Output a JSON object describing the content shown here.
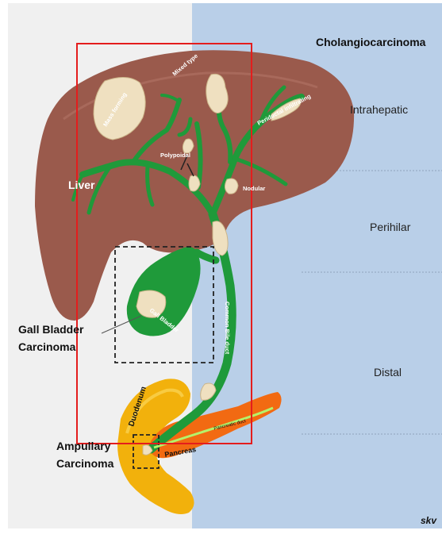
{
  "title": "Cholangiocarcinoma",
  "zones": [
    "Intrahepatic",
    "Perihilar",
    "Distal"
  ],
  "organs": {
    "liver": "Liver",
    "gallbladder": "Gall Bladder",
    "duodenum": "Duodenum",
    "pancreas": "Pancreas",
    "pancreatic_duct": "Pancreatic duct",
    "bile_duct": "Common Bile duct"
  },
  "tumor_types": {
    "mass_forming": "Mass forming",
    "mixed": "Mixed type",
    "periductal": "Periductal infiltrating",
    "polypoidal": "Polypoidal",
    "nodular": "Nodular"
  },
  "carcinomas": {
    "gall_bladder": [
      "Gall Bladder",
      "Carcinoma"
    ],
    "ampullary": [
      "Ampullary",
      "Carcinoma"
    ]
  },
  "signature": "skv",
  "colors": {
    "liver": "#9a5a4c",
    "duct": "#1f9a3a",
    "tumor": "#efe0c0",
    "panel": "#b9cfe8",
    "highlight_box": "#e41d1d",
    "duodenum": "#f2b10c",
    "pancreas": "#f26a12"
  }
}
